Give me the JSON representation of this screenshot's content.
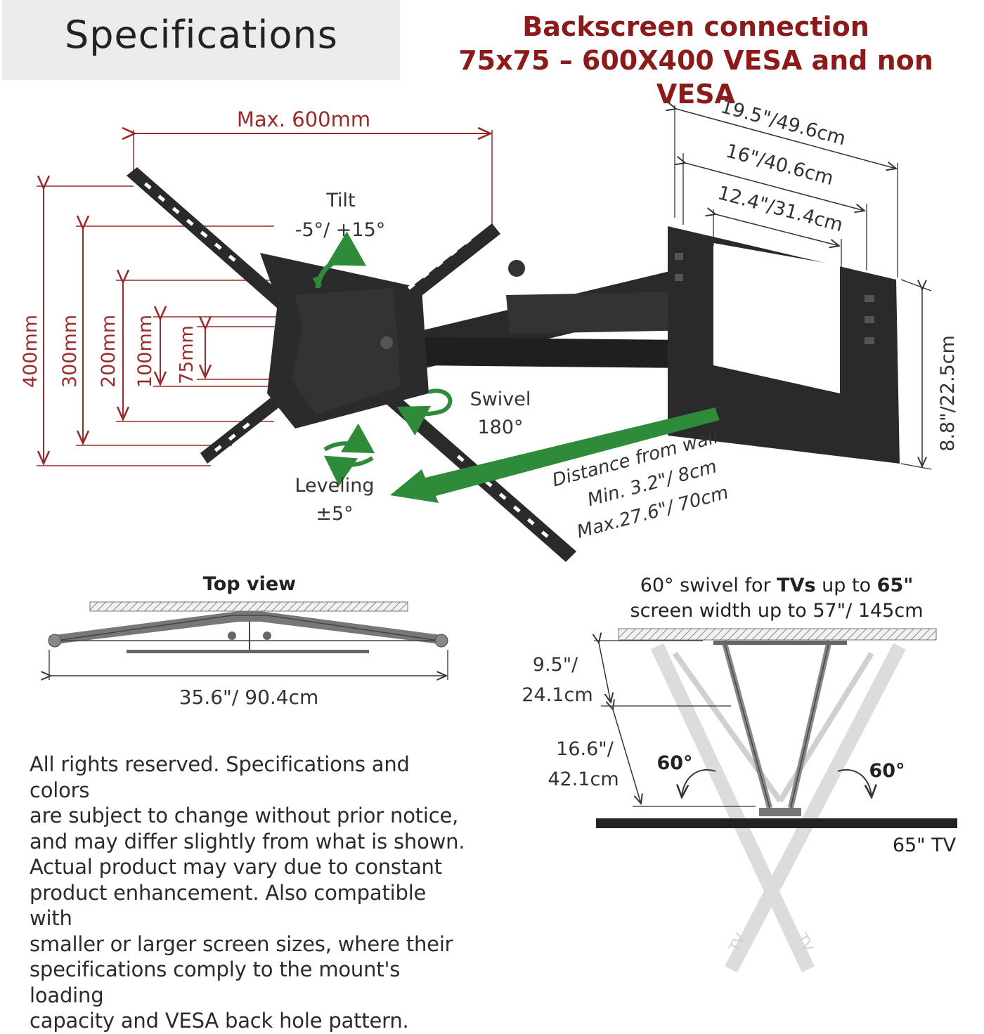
{
  "header": {
    "title": "Specifications",
    "connection_line1": "Backscreen connection",
    "connection_line2": "75x75 – 600X400 VESA and non VESA"
  },
  "front_view": {
    "max_width": "Max. 600mm",
    "vesa_heights": [
      "400mm",
      "300mm",
      "200mm",
      "100mm",
      "75mm"
    ],
    "tilt_label": "Tilt",
    "tilt_value": "-5°/ +15°",
    "swivel_label": "Swivel",
    "swivel_value": "180°",
    "leveling_label": "Leveling",
    "leveling_value": "±5°",
    "distance_line1": "Distance from wall:",
    "distance_line2": "Min. 3.2\"/ 8cm",
    "distance_line3": "Max.27.6\"/ 70cm"
  },
  "wall_plate": {
    "width_outer": "19.5\"/49.6cm",
    "width_middle": "16\"/40.6cm",
    "width_inner": "12.4\"/31.4cm",
    "height": "8.8\"/22.5cm"
  },
  "top_view": {
    "title": "Top view",
    "width": "35.6\"/ 90.4cm"
  },
  "swivel_view": {
    "line1_prefix": "60° swivel for ",
    "line1_bold1": "TVs",
    "line1_mid": " up to ",
    "line1_bold2": "65\"",
    "line2": "screen width up to 57\"/ 145cm",
    "depth1_a": "9.5\"/",
    "depth1_b": "24.1cm",
    "depth2_a": "16.6\"/",
    "depth2_b": "42.1cm",
    "angle_left": "60°",
    "angle_right": "60°",
    "tv_label": "65\" TV",
    "tv_ghost_label": "TV"
  },
  "disclaimer": [
    "All rights reserved. Specifications and colors",
    "are subject to change without prior notice,",
    "and may differ slightly from what is shown.",
    "Actual product may vary due to constant",
    "product enhancement. Also compatible with",
    "smaller or larger screen sizes, where their",
    "specifications comply to the mount's loading",
    "capacity and VESA back hole pattern."
  ],
  "colors": {
    "dimension_red": "#9b2a2a",
    "arrow_green": "#2e8b3a",
    "mount_black": "#222222",
    "header_bg": "#ececec"
  }
}
